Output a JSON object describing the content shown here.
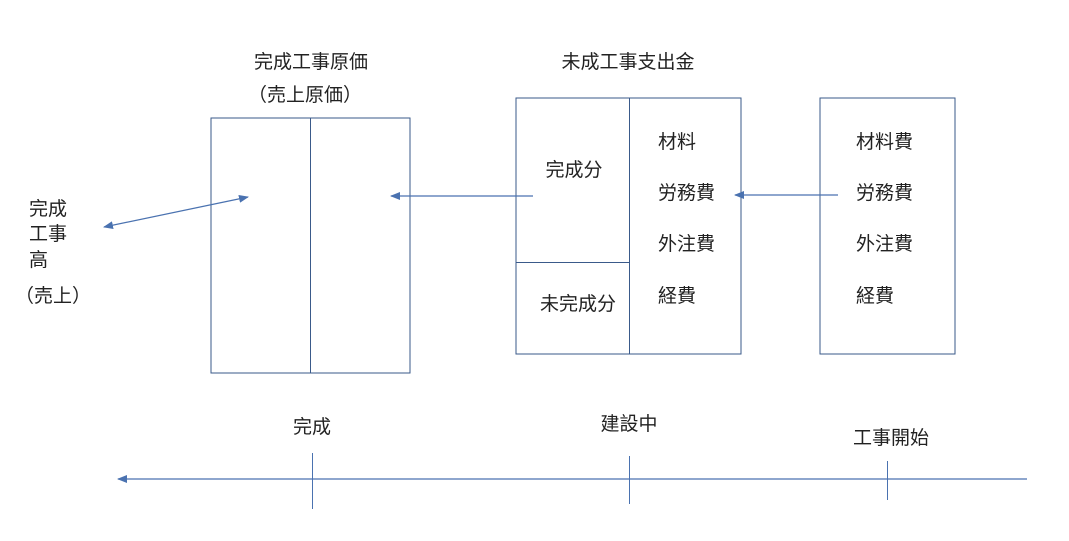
{
  "left_labels": {
    "completed_work_revenue": [
      "完成",
      "工事",
      "高"
    ],
    "sales": "（売上）"
  },
  "completed_cost_box": {
    "title": "完成工事原価",
    "subtitle": "（売上原価）"
  },
  "wip_box": {
    "title": "未成工事支出金",
    "completed_portion": "完成分",
    "uncompleted_portion": "未完成分",
    "items": [
      "材料",
      "労務費",
      "外注費",
      "経費"
    ]
  },
  "cost_box": {
    "items": [
      "材料費",
      "労務費",
      "外注費",
      "経費"
    ]
  },
  "timeline": {
    "completion": "完成",
    "in_progress": "建設中",
    "start": "工事開始"
  },
  "colors": {
    "box_border": "#3a5a8a",
    "arrow": "#4a72b0"
  }
}
